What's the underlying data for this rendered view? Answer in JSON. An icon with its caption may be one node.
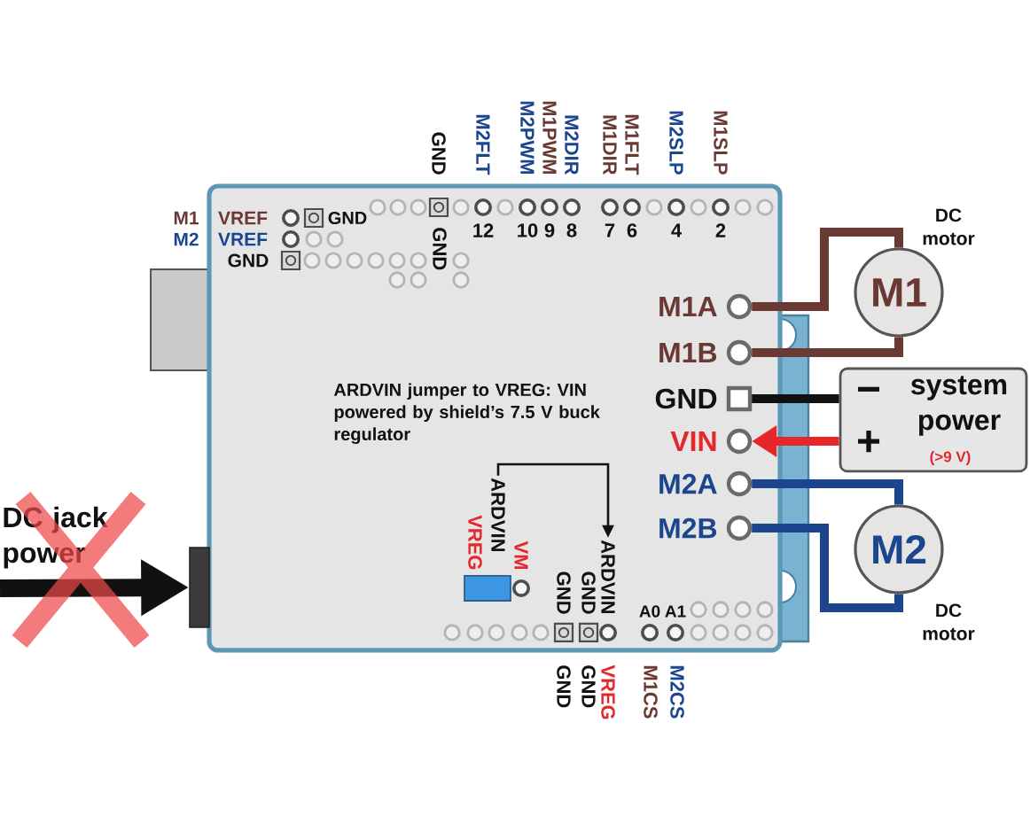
{
  "diagram": {
    "nodes": [
      {
        "text": [],
        "shape": "box"
      },
      {
        "text": [],
        "shape": "box"
      },
      {
        "text": [
          "ARDVIN"
        ],
        "in": 0
      },
      {
        "text": [
          "ARDVIN"
        ],
        "in": 0
      },
      {
        "text": [],
        "shape": "circle",
        "in": 0,
        "beside": [
          "M1A"
        ]
      },
      {
        "text": [],
        "shape": "circle",
        "in": 0,
        "beside": [
          "M1B"
        ]
      },
      {
        "text": [],
        "shape": "box",
        "in": 0,
        "beside": [
          "GND"
        ]
      },
      {
        "text": [],
        "shape": "circle",
        "in": 0,
        "beside": [
          "VIN"
        ]
      },
      {
        "text": [],
        "shape": "circle",
        "in": 0,
        "beside": [
          "M2A"
        ]
      },
      {
        "text": [],
        "shape": "circle",
        "in": 0,
        "beside": [
          "M2B"
        ]
      },
      {
        "text": [
          "M1"
        ],
        "beside": [
          "DC motor"
        ]
      },
      {
        "text": [
          "−",
          "system power",
          "+",
          "(>9 V)"
        ]
      },
      {
        "text": [
          "M2"
        ],
        "beside": [
          "DC motor"
        ]
      },
      {
        "text": [
          "DC jack power"
        ]
      }
    ],
    "edges": [
      {
        "from": 13,
        "to": 1,
        "arrow": "to",
        "style": "thick"
      },
      {
        "from": 2,
        "to": 3,
        "arrow": "to"
      },
      {
        "from": 4,
        "to": 10,
        "arrow": "none",
        "color": "#6b3934"
      },
      {
        "from": 5,
        "to": 10,
        "arrow": "none",
        "color": "#6b3934"
      },
      {
        "from": 11,
        "to": 6,
        "arrow": "none",
        "color": "#111111"
      },
      {
        "from": 11,
        "to": 7,
        "arrow": "to",
        "color": "#e6262b"
      },
      {
        "from": 8,
        "to": 12,
        "arrow": "none",
        "color": "#1c4590"
      },
      {
        "from": 9,
        "to": 12,
        "arrow": "none",
        "color": "#1c4590"
      }
    ],
    "labels": [
      "GND",
      "M2FLT",
      "M2PWM",
      "M1PWM",
      "M2DIR",
      "M1DIR",
      "M1FLT",
      "M2SLP",
      "M1SLP",
      "M1",
      "VREF",
      "GND",
      "GND",
      "12",
      "10",
      "9",
      "8",
      "7",
      "6",
      "4",
      "2",
      "M2",
      "VREF",
      "GND",
      "ARDVIN jumper to VREG: VIN powered by shield’s 7.5 V buck regulator",
      "VREG",
      "VM",
      "GND",
      "GND",
      "A0",
      "A1",
      "GND",
      "GND",
      "VREG",
      "M1CS",
      "M2CS"
    ]
  }
}
